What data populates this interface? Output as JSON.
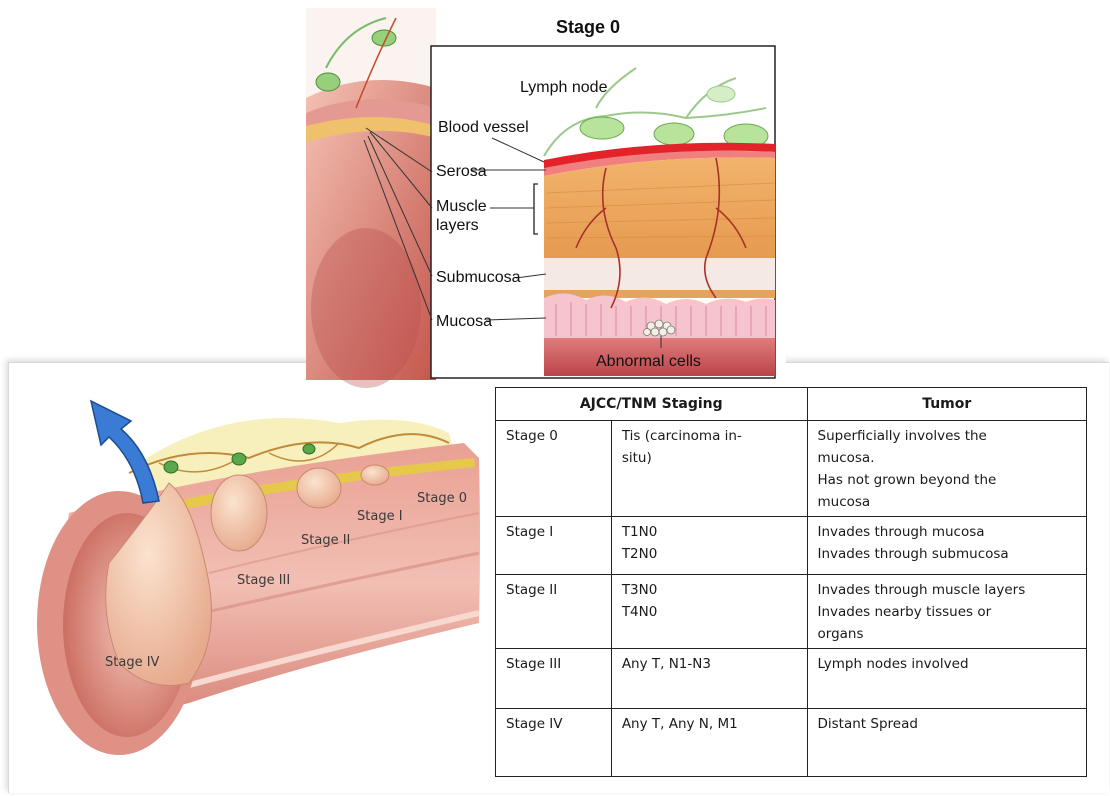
{
  "inset": {
    "title": "Stage 0",
    "labels": {
      "lymph_node": "Lymph node",
      "blood_vessel": "Blood vessel",
      "serosa": "Serosa",
      "muscle_layers_1": "Muscle",
      "muscle_layers_2": "layers",
      "submucosa": "Submucosa",
      "mucosa": "Mucosa",
      "abnormal_cells": "Abnormal cells"
    }
  },
  "colon_stages": [
    "Stage 0",
    "Stage I",
    "Stage II",
    "Stage III",
    "Stage IV"
  ],
  "table": {
    "headers": [
      "AJCC/TNM Staging",
      "Tumor"
    ],
    "rows": [
      {
        "stage": "Stage 0",
        "tnm": [
          "Tis (carcinoma in-",
          "situ)"
        ],
        "tumor": [
          "Superficially involves the",
          "mucosa.",
          "Has not grown beyond the",
          "mucosa"
        ]
      },
      {
        "stage": "Stage I",
        "tnm": [
          "T1N0",
          "T2N0"
        ],
        "tumor": [
          "Invades through mucosa",
          "Invades through submucosa"
        ]
      },
      {
        "stage": "Stage II",
        "tnm": [
          "T3N0",
          "T4N0"
        ],
        "tumor": [
          "Invades through muscle layers",
          "Invades nearby tissues or",
          "organs"
        ]
      },
      {
        "stage": "Stage III",
        "tnm": [
          "Any T, N1-N3"
        ],
        "tumor": [
          "Lymph nodes involved"
        ]
      },
      {
        "stage": "Stage IV",
        "tnm": [
          "Any T, Any N, M1"
        ],
        "tumor": [
          "Distant Spread"
        ]
      }
    ]
  }
}
